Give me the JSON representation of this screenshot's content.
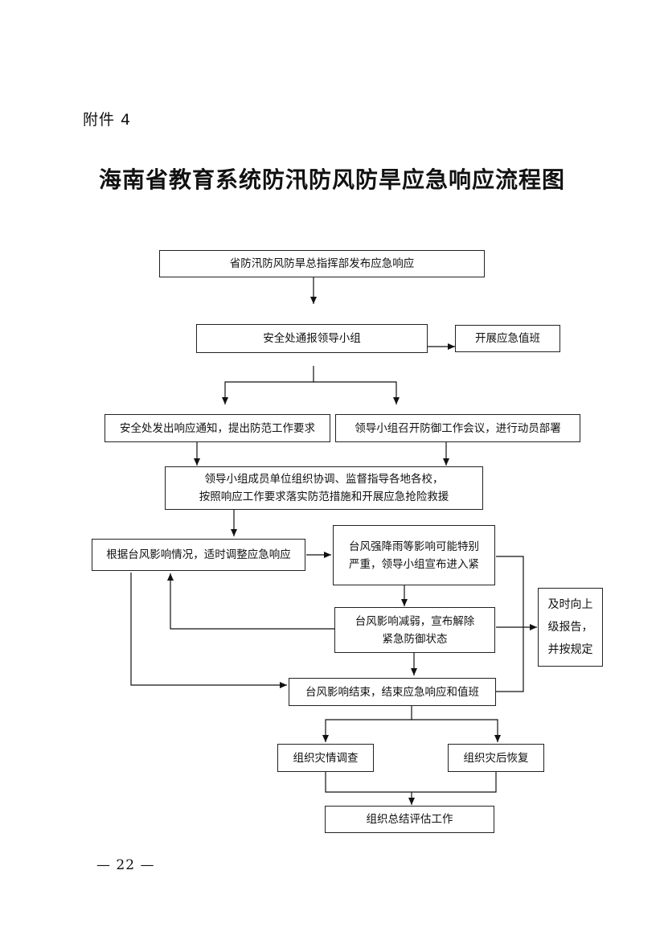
{
  "attachment_label": "附件 4",
  "title": "海南省教育系统防汛防风防旱应急响应流程图",
  "nodes": {
    "n1": "省防汛防风防旱总指挥部发布应急响应",
    "n2": "安全处通报领导小组",
    "n3": "开展应急值班",
    "n4": "安全处发出响应通知，提出防范工作要求",
    "n5": "领导小组召开防御工作会议，进行动员部署",
    "n6_line1": "领导小组成员单位组织协调、监督指导各地各校，",
    "n6_line2": "按照响应工作要求落实防范措施和开展应急抢险救援",
    "n7": "根据台风影响情况，适时调整应急响应",
    "n8_line1": "台风强降雨等影响可能特别",
    "n8_line2": "严重，领导小组宣布进入紧",
    "n9_line1": "台风影响减弱，宣布解除",
    "n9_line2": "紧急防御状态",
    "n10_line1": "及时向上",
    "n10_line2": "级报告，",
    "n10_line3": "并按规定",
    "n11": "台风影响结束，结束应急响应和值班",
    "n12": "组织灾情调查",
    "n13": "组织灾后恢复",
    "n14": "组织总结评估工作"
  },
  "page_number": "— 22 —"
}
